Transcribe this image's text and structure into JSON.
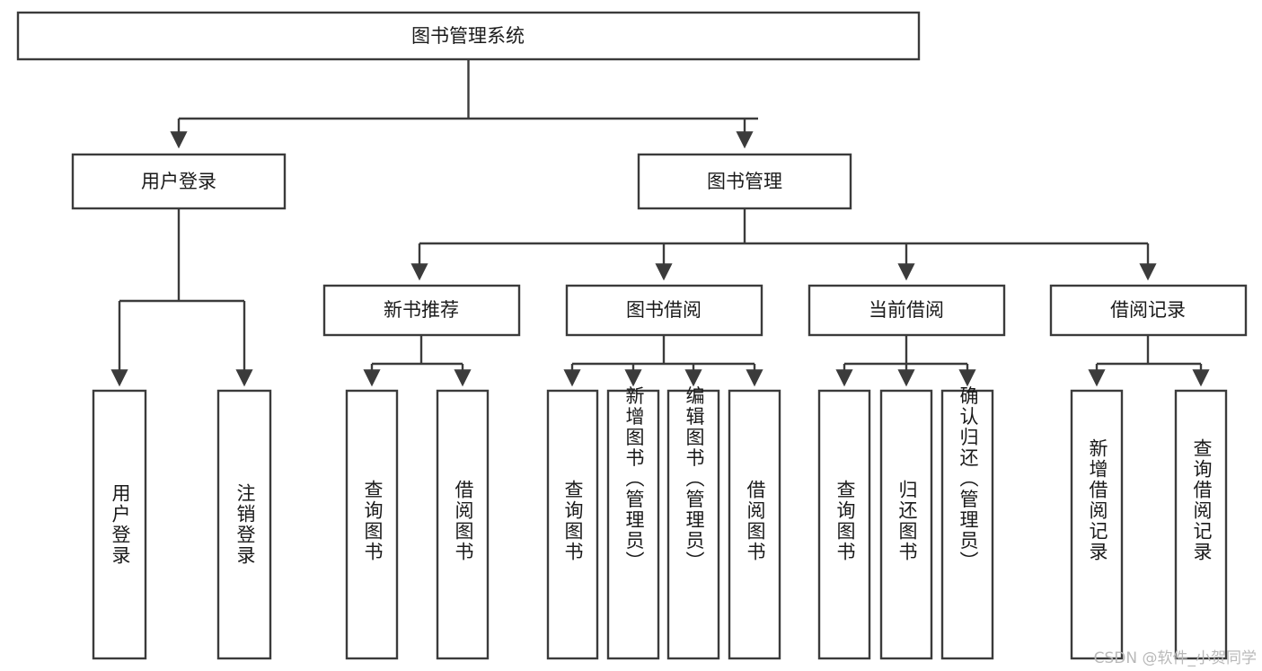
{
  "diagram": {
    "title": "图书管理系统",
    "watermark": "CSDN @软件_小贺同学",
    "colors": {
      "stroke": "#3b3b3b",
      "fill": "#ffffff",
      "text": "#1a1a1a",
      "watermark": "#b9b9b9",
      "background": "#ffffff"
    },
    "type": "tree",
    "orientation": "top-down",
    "levels": 4
  },
  "nodes": {
    "root": {
      "label": "图书管理系统",
      "level": 1,
      "orientation": "horizontal"
    },
    "l2": [
      {
        "id": "user-login",
        "label": "用户登录",
        "level": 2,
        "orientation": "horizontal"
      },
      {
        "id": "book-manage",
        "label": "图书管理",
        "level": 2,
        "orientation": "horizontal"
      }
    ],
    "l3": [
      {
        "id": "new-book-rec",
        "label": "新书推荐",
        "level": 3,
        "orientation": "horizontal",
        "parent": "book-manage"
      },
      {
        "id": "book-borrow",
        "label": "图书借阅",
        "level": 3,
        "orientation": "horizontal",
        "parent": "book-manage"
      },
      {
        "id": "current-borrow",
        "label": "当前借阅",
        "level": 3,
        "orientation": "horizontal",
        "parent": "book-manage"
      },
      {
        "id": "borrow-record",
        "label": "借阅记录",
        "level": 3,
        "orientation": "horizontal",
        "parent": "book-manage"
      }
    ],
    "leaves": [
      {
        "id": "leaf-user-login",
        "label": "用户登录",
        "parent": "user-login",
        "orientation": "vertical"
      },
      {
        "id": "leaf-user-logout",
        "label": "注销登录",
        "parent": "user-login",
        "orientation": "vertical"
      },
      {
        "id": "leaf-query-book-1",
        "label": "查询图书",
        "parent": "new-book-rec",
        "orientation": "vertical"
      },
      {
        "id": "leaf-borrow-book-1",
        "label": "借阅图书",
        "parent": "new-book-rec",
        "orientation": "vertical"
      },
      {
        "id": "leaf-query-book-2",
        "label": "查询图书",
        "parent": "book-borrow",
        "orientation": "vertical"
      },
      {
        "id": "leaf-add-book",
        "label": "新增图书（管理员）",
        "parent": "book-borrow",
        "orientation": "vertical"
      },
      {
        "id": "leaf-edit-book",
        "label": "编辑图书（管理员）",
        "parent": "book-borrow",
        "orientation": "vertical"
      },
      {
        "id": "leaf-borrow-book-2",
        "label": "借阅图书",
        "parent": "book-borrow",
        "orientation": "vertical"
      },
      {
        "id": "leaf-query-book-3",
        "label": "查询图书",
        "parent": "current-borrow",
        "orientation": "vertical"
      },
      {
        "id": "leaf-return-book",
        "label": "归还图书",
        "parent": "current-borrow",
        "orientation": "vertical"
      },
      {
        "id": "leaf-confirm-return",
        "label": "确认归还（管理员）",
        "parent": "current-borrow",
        "orientation": "vertical"
      },
      {
        "id": "leaf-add-record",
        "label": "新增借阅记录",
        "parent": "borrow-record",
        "orientation": "vertical"
      },
      {
        "id": "leaf-query-record",
        "label": "查询借阅记录",
        "parent": "borrow-record",
        "orientation": "vertical"
      }
    ]
  }
}
